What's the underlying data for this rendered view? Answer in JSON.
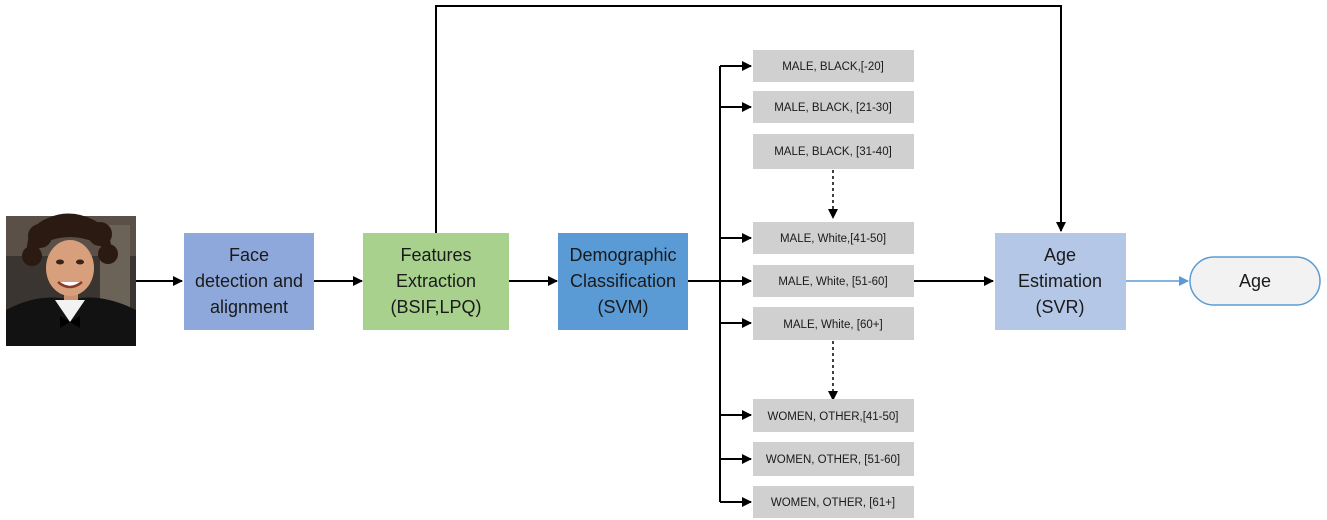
{
  "colors": {
    "face_box": "#8EA8DB",
    "features_box": "#A9D18E",
    "classification_box": "#5B9BD5",
    "age_estimation_box": "#B4C7E7",
    "category_box": "#D0D0D0",
    "age_output_fill": "#F2F2F2",
    "age_output_stroke": "#5B9BD5",
    "arrow": "#000000",
    "output_arrow": "#5B9BD5"
  },
  "input_photo": {
    "icon": "face-photo"
  },
  "pipeline": {
    "face_detection": [
      "Face",
      "detection and",
      "alignment"
    ],
    "features_extraction": [
      "Features",
      "Extraction",
      "(BSIF,LPQ)"
    ],
    "demographic_classification": [
      "Demographic",
      "Classification",
      "(SVM)"
    ],
    "age_estimation": [
      "Age",
      "Estimation",
      "(SVR)"
    ],
    "output": "Age"
  },
  "categories": [
    "MALE, BLACK,[-20]",
    "MALE, BLACK, [21-30]",
    "MALE, BLACK, [31-40]",
    "MALE, White,[41-50]",
    "MALE, White, [51-60]",
    "MALE, White, [60+]",
    "WOMEN, OTHER,[41-50]",
    "WOMEN, OTHER, [51-60]",
    "WOMEN, OTHER, [61+]"
  ]
}
